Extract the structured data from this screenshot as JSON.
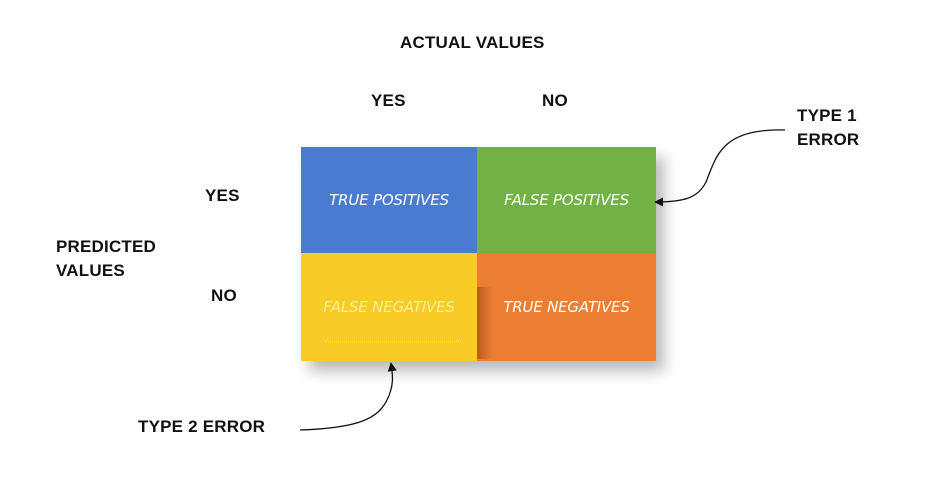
{
  "labels": {
    "actual": "ACTUAL VALUES",
    "actual_yes": "YES",
    "actual_no": "NO",
    "predicted_line1": "PREDICTED",
    "predicted_line2": "VALUES",
    "predicted_yes": "YES",
    "predicted_no": "NO",
    "type1_line1": "TYPE 1",
    "type1_line2": "ERROR",
    "type2": "TYPE 2 ERROR"
  },
  "matrix": {
    "true_positives": "TRUE POSITIVES",
    "false_positives": "FALSE POSITIVES",
    "false_negatives": "FALSE NEGATIVES",
    "true_negatives": "TRUE NEGATIVES"
  },
  "colors": {
    "true_positives": "#4a7bd0",
    "false_positives": "#72b244",
    "false_negatives": "#f8cb26",
    "true_negatives": "#eb7e33"
  }
}
